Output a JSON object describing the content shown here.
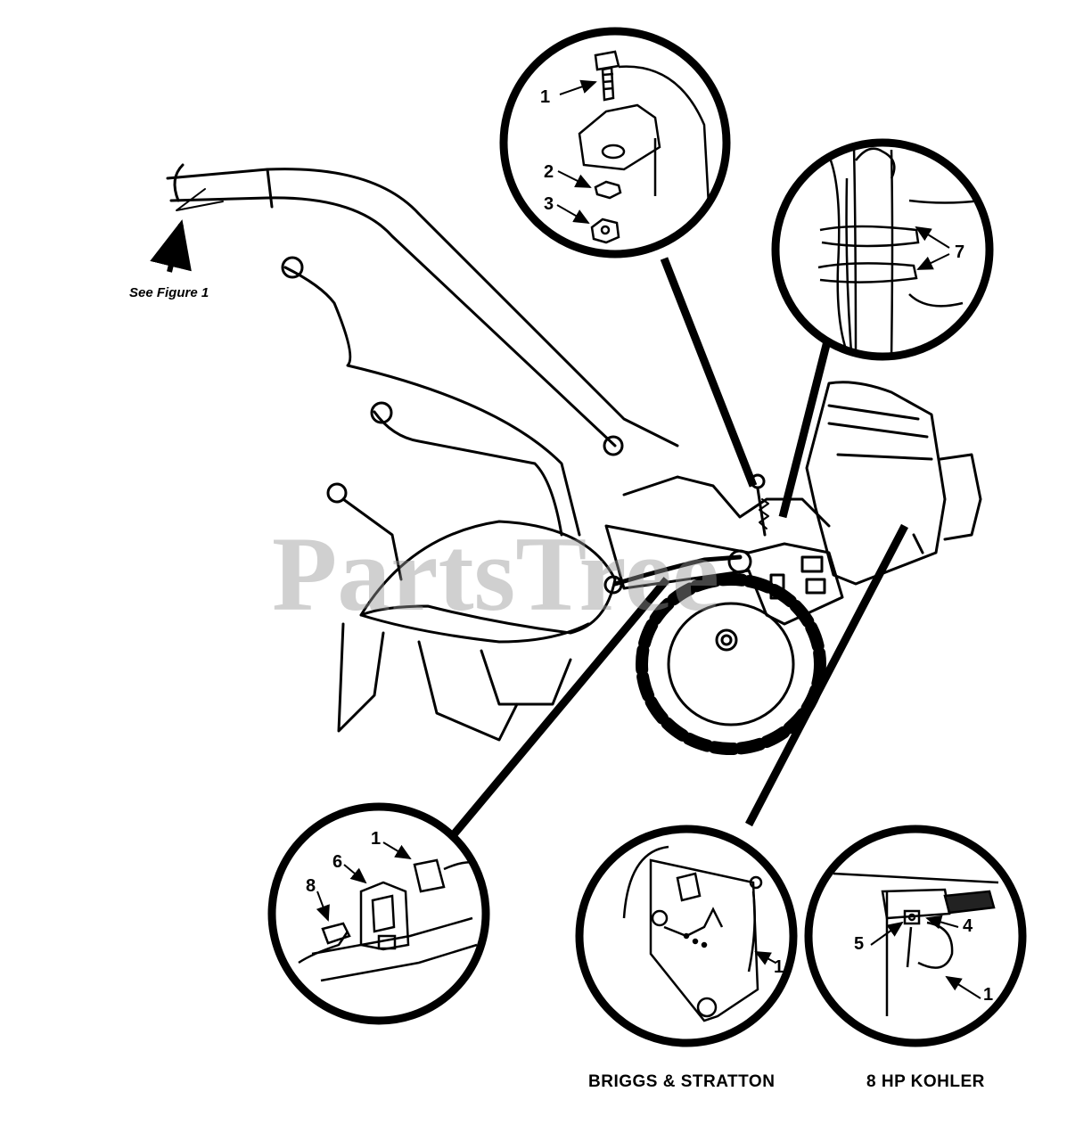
{
  "figure_reference": "See Figure 1",
  "watermark": "PartsTree",
  "callouts": {
    "top_bolt": "1",
    "top_washer": "2",
    "top_nut": "3",
    "cable_ties": "7",
    "bracket_clip": "1",
    "bracket": "6",
    "wire_connector": "8",
    "briggs_clip": "1",
    "kohler_screw": "5",
    "kohler_ground": "4",
    "kohler_clip": "1"
  },
  "captions": {
    "briggs": "BRIGGS & STRATTON",
    "kohler": "8 HP KOHLER"
  },
  "colors": {
    "ink": "#000000",
    "paper": "#ffffff",
    "watermark": "#969696"
  }
}
